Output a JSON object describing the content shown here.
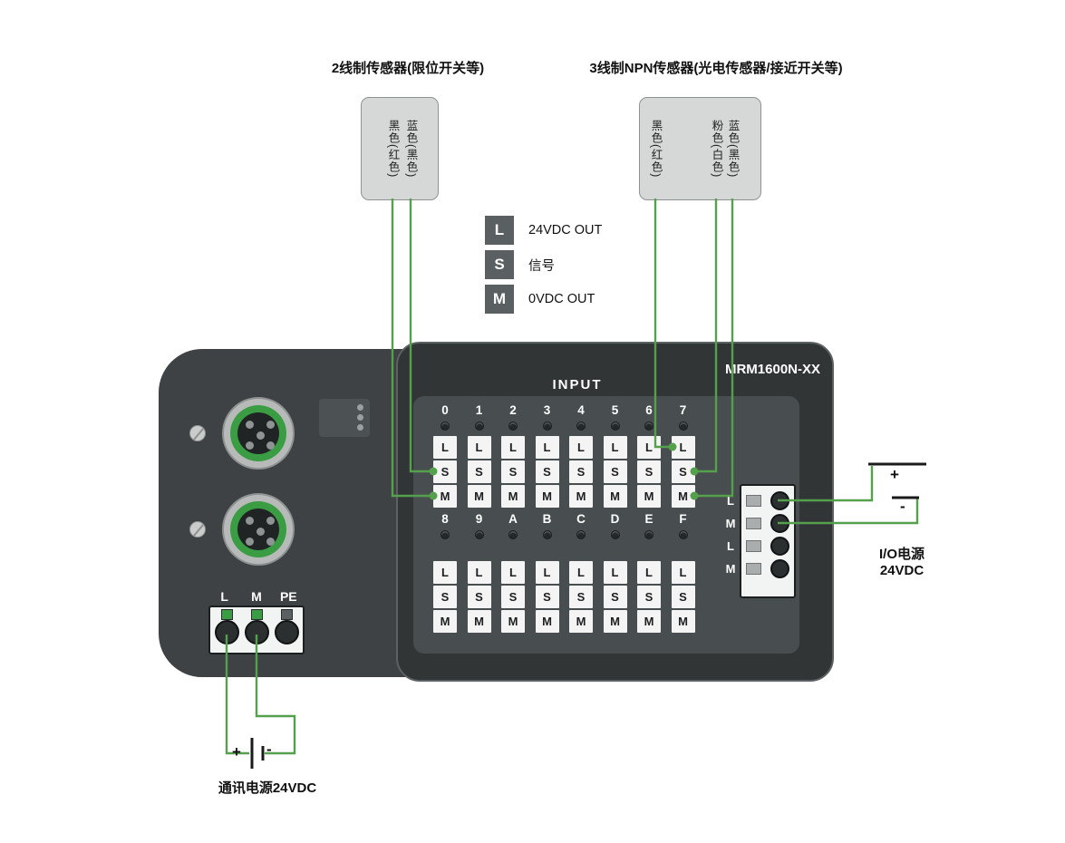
{
  "titles": {
    "sensor2": "2线制传感器(限位开关等)",
    "sensor3": "3线制NPN传感器(光电传感器/接近开关等)"
  },
  "sensor2_wires": [
    "黑色(红色)",
    "蓝色(黑色)"
  ],
  "sensor3_wires": [
    "黑色(红色)",
    "粉色(白色)",
    "蓝色(黑色)"
  ],
  "legend": {
    "items": [
      {
        "key": "L",
        "label": "24VDC OUT"
      },
      {
        "key": "S",
        "label": "信号"
      },
      {
        "key": "M",
        "label": "0VDC OUT"
      }
    ]
  },
  "device": {
    "model": "MRM1600N-XX",
    "input_label": "INPUT",
    "channels_row1": [
      "0",
      "1",
      "2",
      "3",
      "4",
      "5",
      "6",
      "7"
    ],
    "channels_row2": [
      "8",
      "9",
      "A",
      "B",
      "C",
      "D",
      "E",
      "F"
    ],
    "terminal_letters": [
      "L",
      "S",
      "M"
    ],
    "power_terminal_labels": [
      "L",
      "M",
      "PE"
    ],
    "io_terminal_labels": [
      "L",
      "M",
      "L",
      "M"
    ]
  },
  "power": {
    "io_line1": "I/O电源",
    "io_line2": "24VDC",
    "comm": "通讯电源24VDC",
    "plus": "+",
    "minus": "-"
  },
  "colors": {
    "wire": "#55a04c",
    "green": "#3a9c43",
    "body": "#313536",
    "body_left": "#3e4244",
    "panel": "#484d4f",
    "legend_box": "#5a6061",
    "strip": "#f4f4f4"
  }
}
